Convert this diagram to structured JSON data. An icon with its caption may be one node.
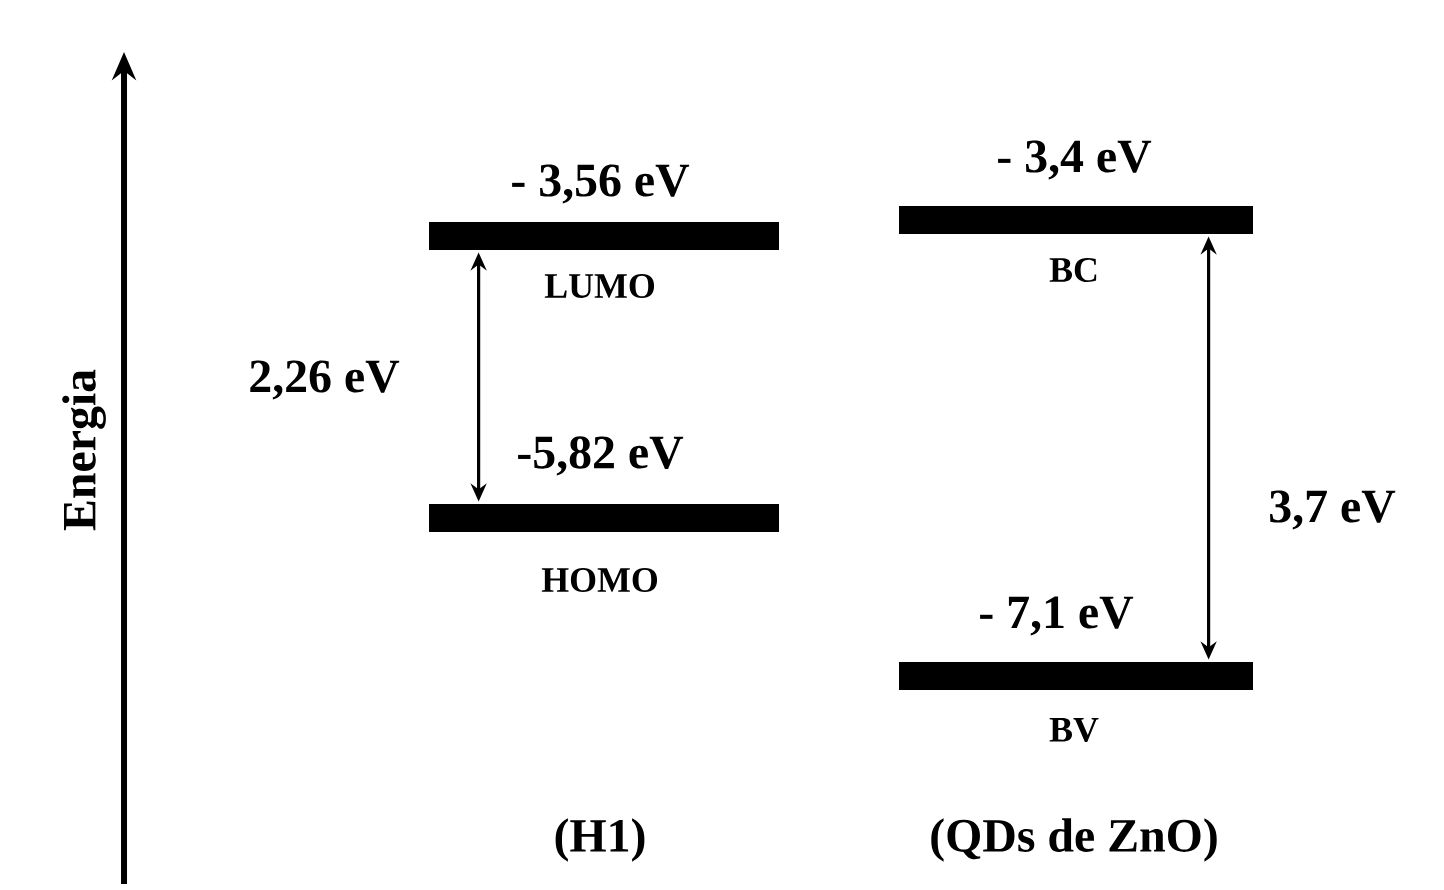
{
  "diagram": {
    "nodes": [
      {
        "text": [],
        "shape": "bar",
        "beside": [
          "- 3,56 eV",
          "LUMO"
        ]
      },
      {
        "text": [],
        "shape": "bar",
        "beside": [
          "-5,82 eV",
          "HOMO"
        ]
      },
      {
        "text": [],
        "shape": "bar",
        "beside": [
          "- 3,4 eV",
          "BC"
        ]
      },
      {
        "text": [],
        "shape": "bar",
        "beside": [
          "- 7,1 eV",
          "BV"
        ]
      }
    ],
    "edges": [
      {
        "from": 0,
        "to": 1,
        "arrow": "both",
        "label": "2,26 eV"
      },
      {
        "from": 2,
        "to": 3,
        "arrow": "both",
        "label": "3,7 eV"
      }
    ],
    "labels": [
      "Energia",
      "(H1)",
      "(QDs de ZnO)"
    ]
  }
}
